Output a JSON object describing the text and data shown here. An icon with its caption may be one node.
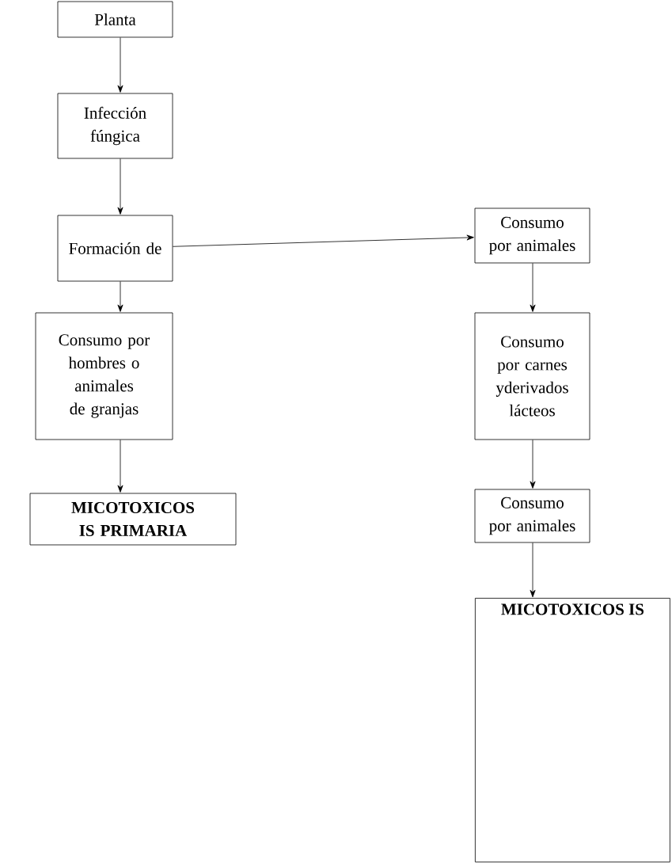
{
  "diagram": {
    "nodes": [
      {
        "text": [
          "Planta"
        ]
      },
      {
        "text": [
          "Infección fúngica"
        ]
      },
      {
        "text": [
          "Formación de"
        ]
      },
      {
        "text": [
          "Consumo por animales"
        ]
      },
      {
        "text": [
          "Consumo por hombres o animales de granjas"
        ]
      },
      {
        "text": [
          "Consumo por carnes yderivados lácteos"
        ]
      },
      {
        "text": [
          "MICOTOXICOS IS PRIMARIA"
        ]
      },
      {
        "text": [
          "Consumo por animales"
        ]
      },
      {
        "text": [
          "MICOTOXICOS IS"
        ]
      }
    ],
    "edges": [
      {
        "from": 0,
        "to": 1,
        "arrow": "to"
      },
      {
        "from": 1,
        "to": 2,
        "arrow": "to"
      },
      {
        "from": 2,
        "to": 3,
        "arrow": "to"
      },
      {
        "from": 2,
        "to": 4,
        "arrow": "to"
      },
      {
        "from": 3,
        "to": 5,
        "arrow": "to"
      },
      {
        "from": 4,
        "to": 6,
        "arrow": "to"
      },
      {
        "from": 5,
        "to": 7,
        "arrow": "to"
      },
      {
        "from": 7,
        "to": 8,
        "arrow": "to"
      }
    ]
  }
}
